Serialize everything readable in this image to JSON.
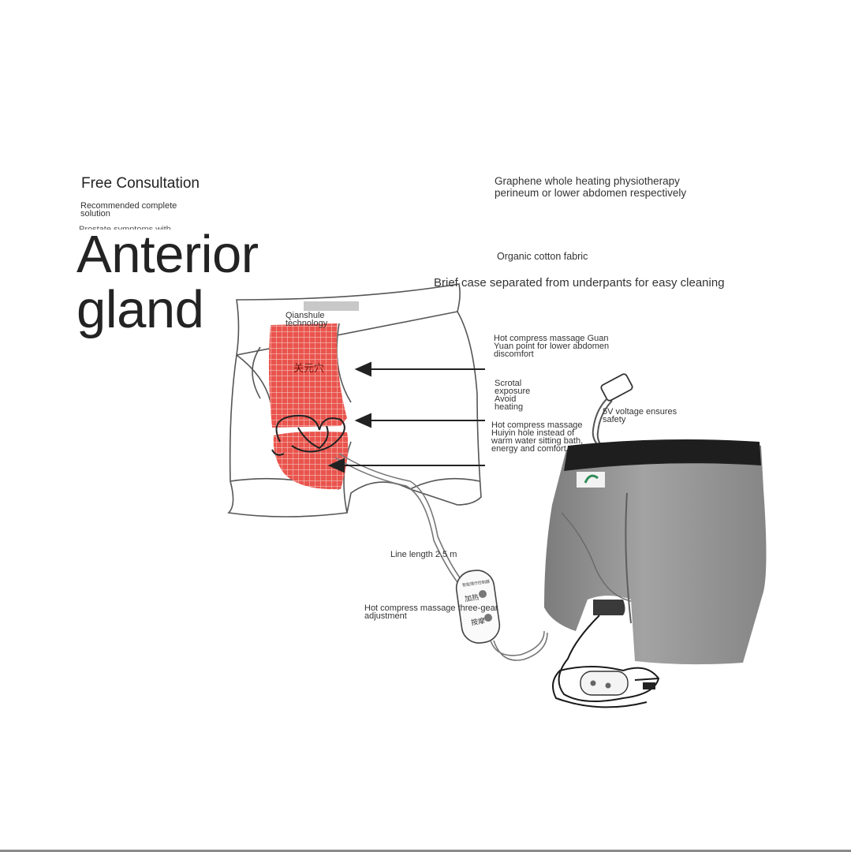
{
  "left_header": {
    "heading": "Free Consultation",
    "subtext": "Recommended complete solution",
    "cut_text": "Prostate symptoms with"
  },
  "title": {
    "line1": "Anterior",
    "line2": "gland"
  },
  "annotations": {
    "graphene": "Graphene whole heating physiotherapy perineum or lower abdomen respectively",
    "organic": "Organic cotton fabric",
    "brief_case": "Brief case separated from underpants for easy cleaning",
    "brand": "Qianshule technology",
    "guan_yuan": "Hot compress massage Guan Yuan point for lower abdomen discomfort",
    "scrotal": "Scrotal exposure Avoid heating",
    "huiyin": "Hot compress massage Huiyin hole instead of warm water sitting bath, energy and comfort",
    "voltage": "5V voltage ensures safety",
    "line_length": "Line length 2.5 m",
    "three_gear": "Hot compress massage three-gear adjustment"
  },
  "diagram": {
    "acupoint_label": "关元穴",
    "controller_header": "智能理疗控制器",
    "controller_btn1": "加热",
    "controller_btn2": "按摩"
  },
  "colors": {
    "heating_red": "#d9403a",
    "boxer_gray": "#8f8f8f",
    "waistband": "#1e1e1e",
    "text": "#333333"
  }
}
